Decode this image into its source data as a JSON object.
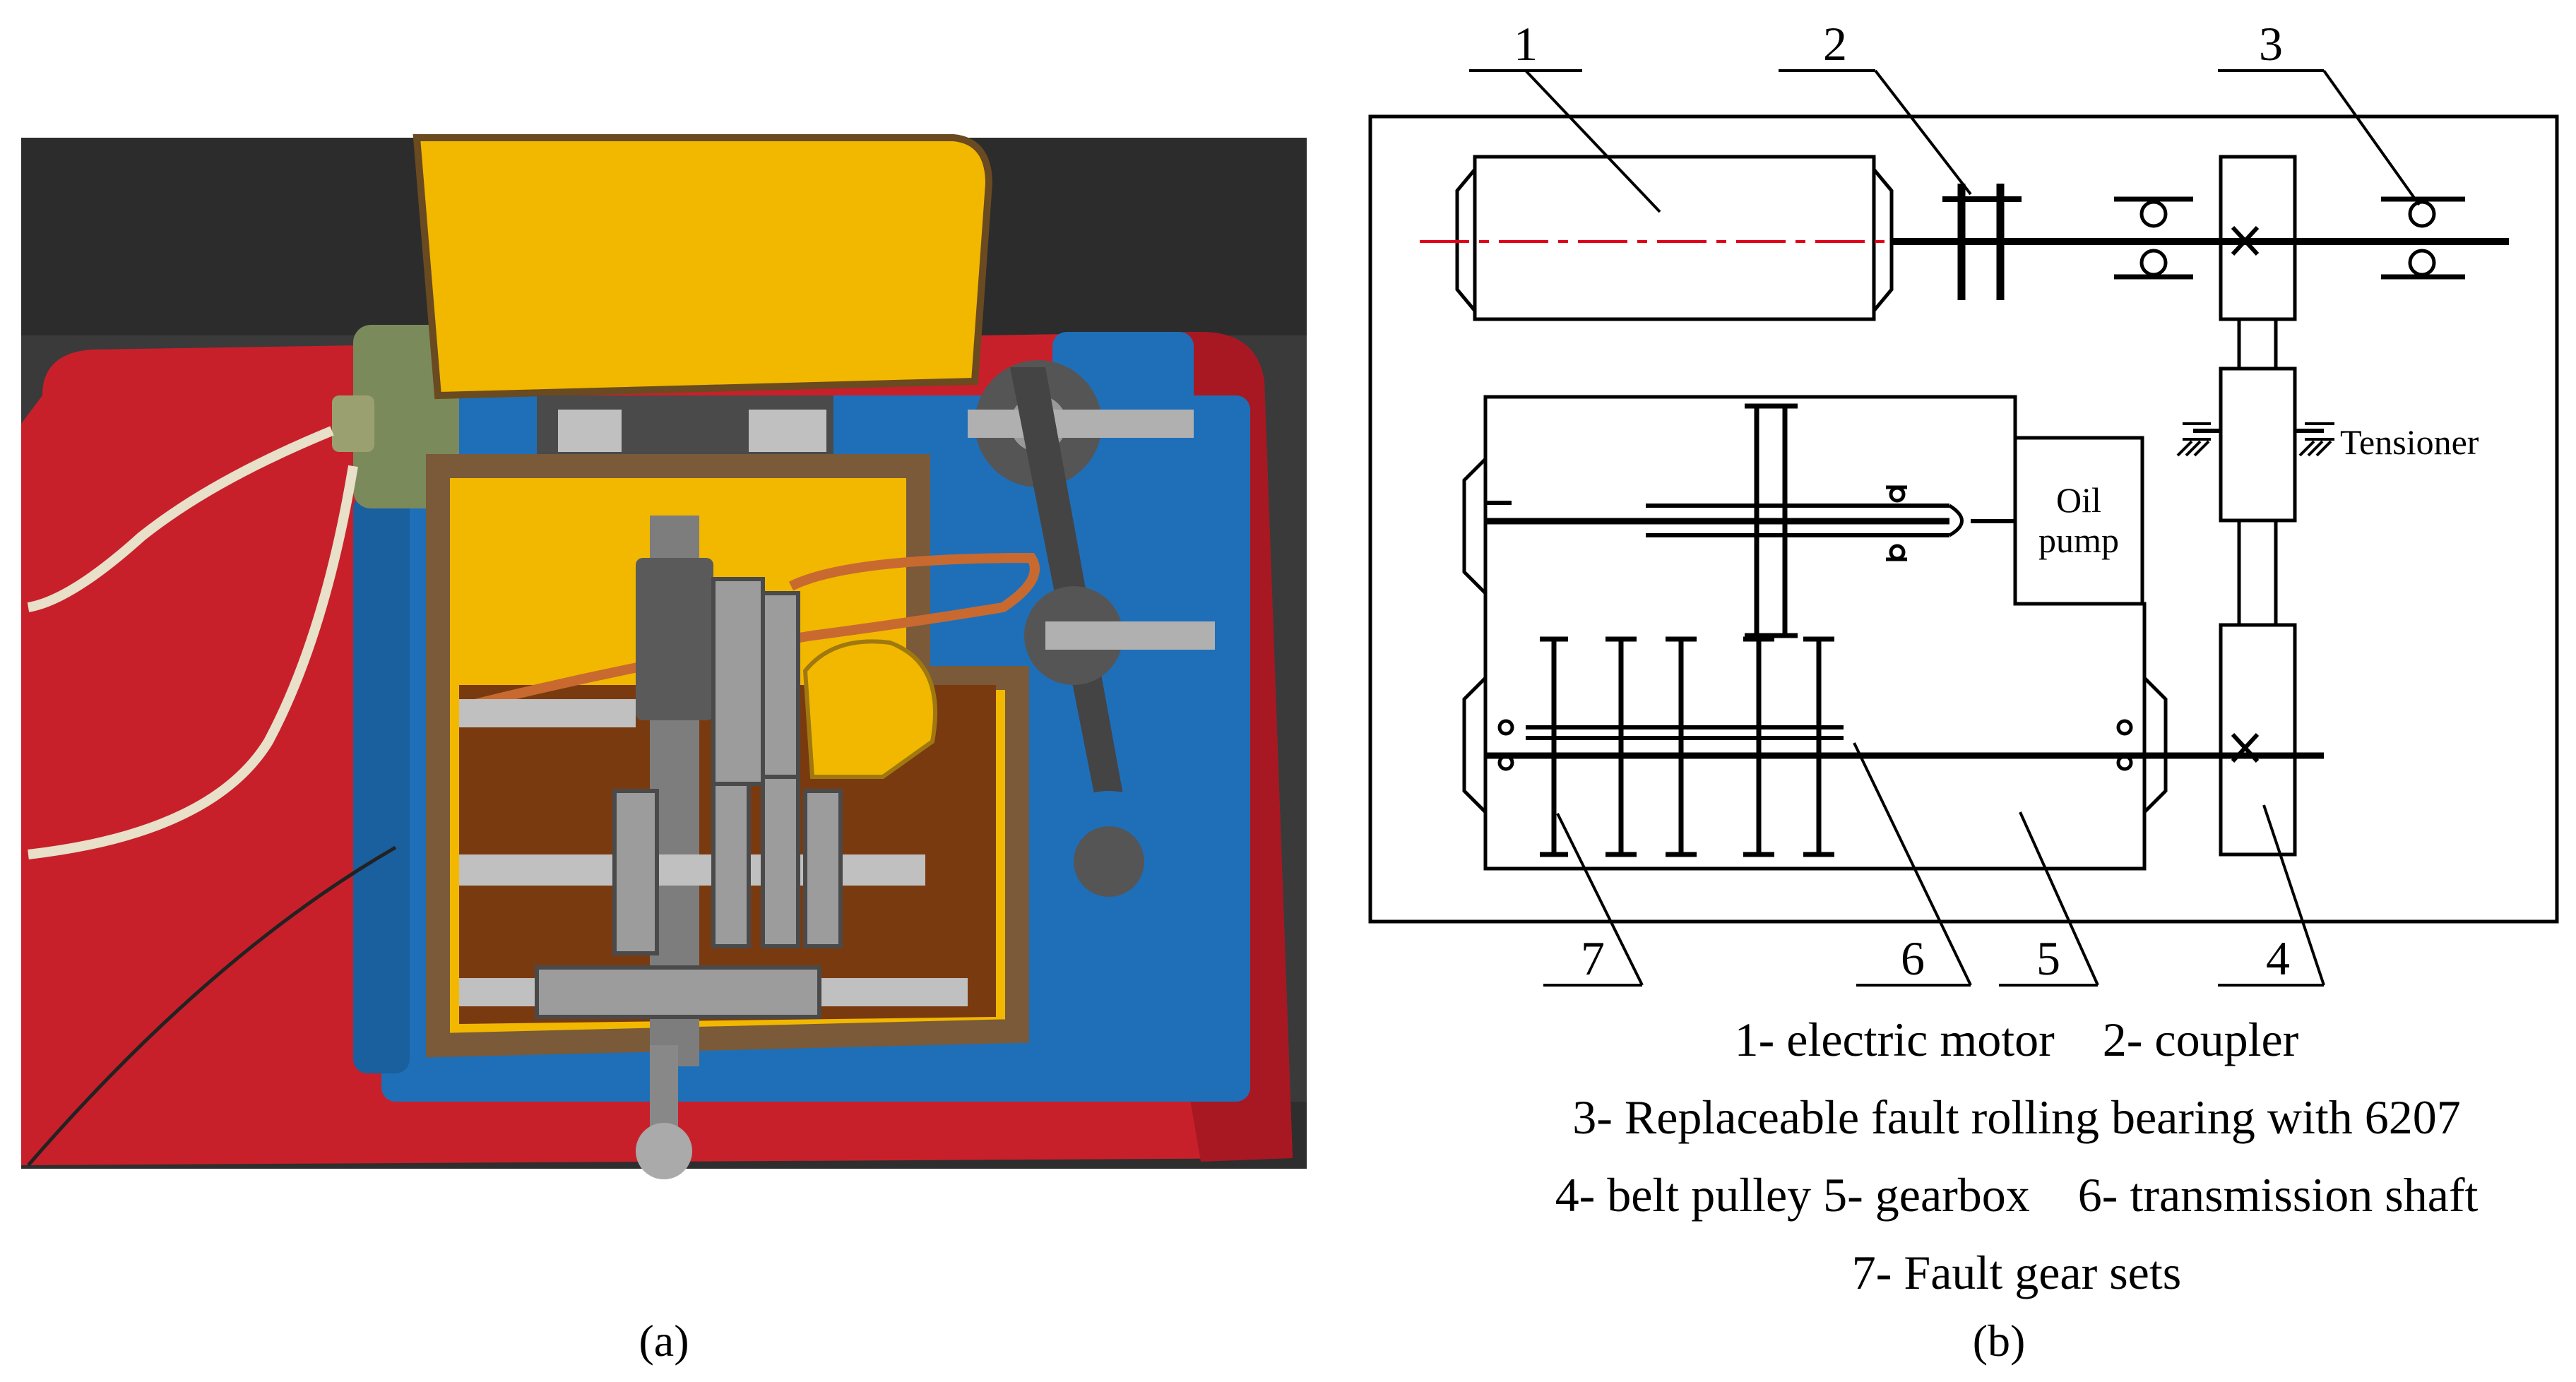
{
  "panel_a": {
    "label": "(a)"
  },
  "panel_b": {
    "label": "(b)",
    "callouts": [
      "1",
      "2",
      "3",
      "4",
      "5",
      "6",
      "7"
    ],
    "oil_pump_line1": "Oil",
    "oil_pump_line2": "pump",
    "tensioner_label": "Tensioner",
    "legend": [
      "1- electric motor    2- coupler",
      "3- Replaceable fault rolling bearing with 6207",
      "4- belt pulley 5- gearbox    6- transmission shaft",
      "7- Fault gear sets"
    ]
  },
  "colors": {
    "gearbox_yellow": "#f2b800",
    "frame_blue": "#1f6fb8",
    "mat_red": "#c8202a",
    "floor_dark": "#3a3a3a",
    "centerline_red": "#e0001a"
  }
}
